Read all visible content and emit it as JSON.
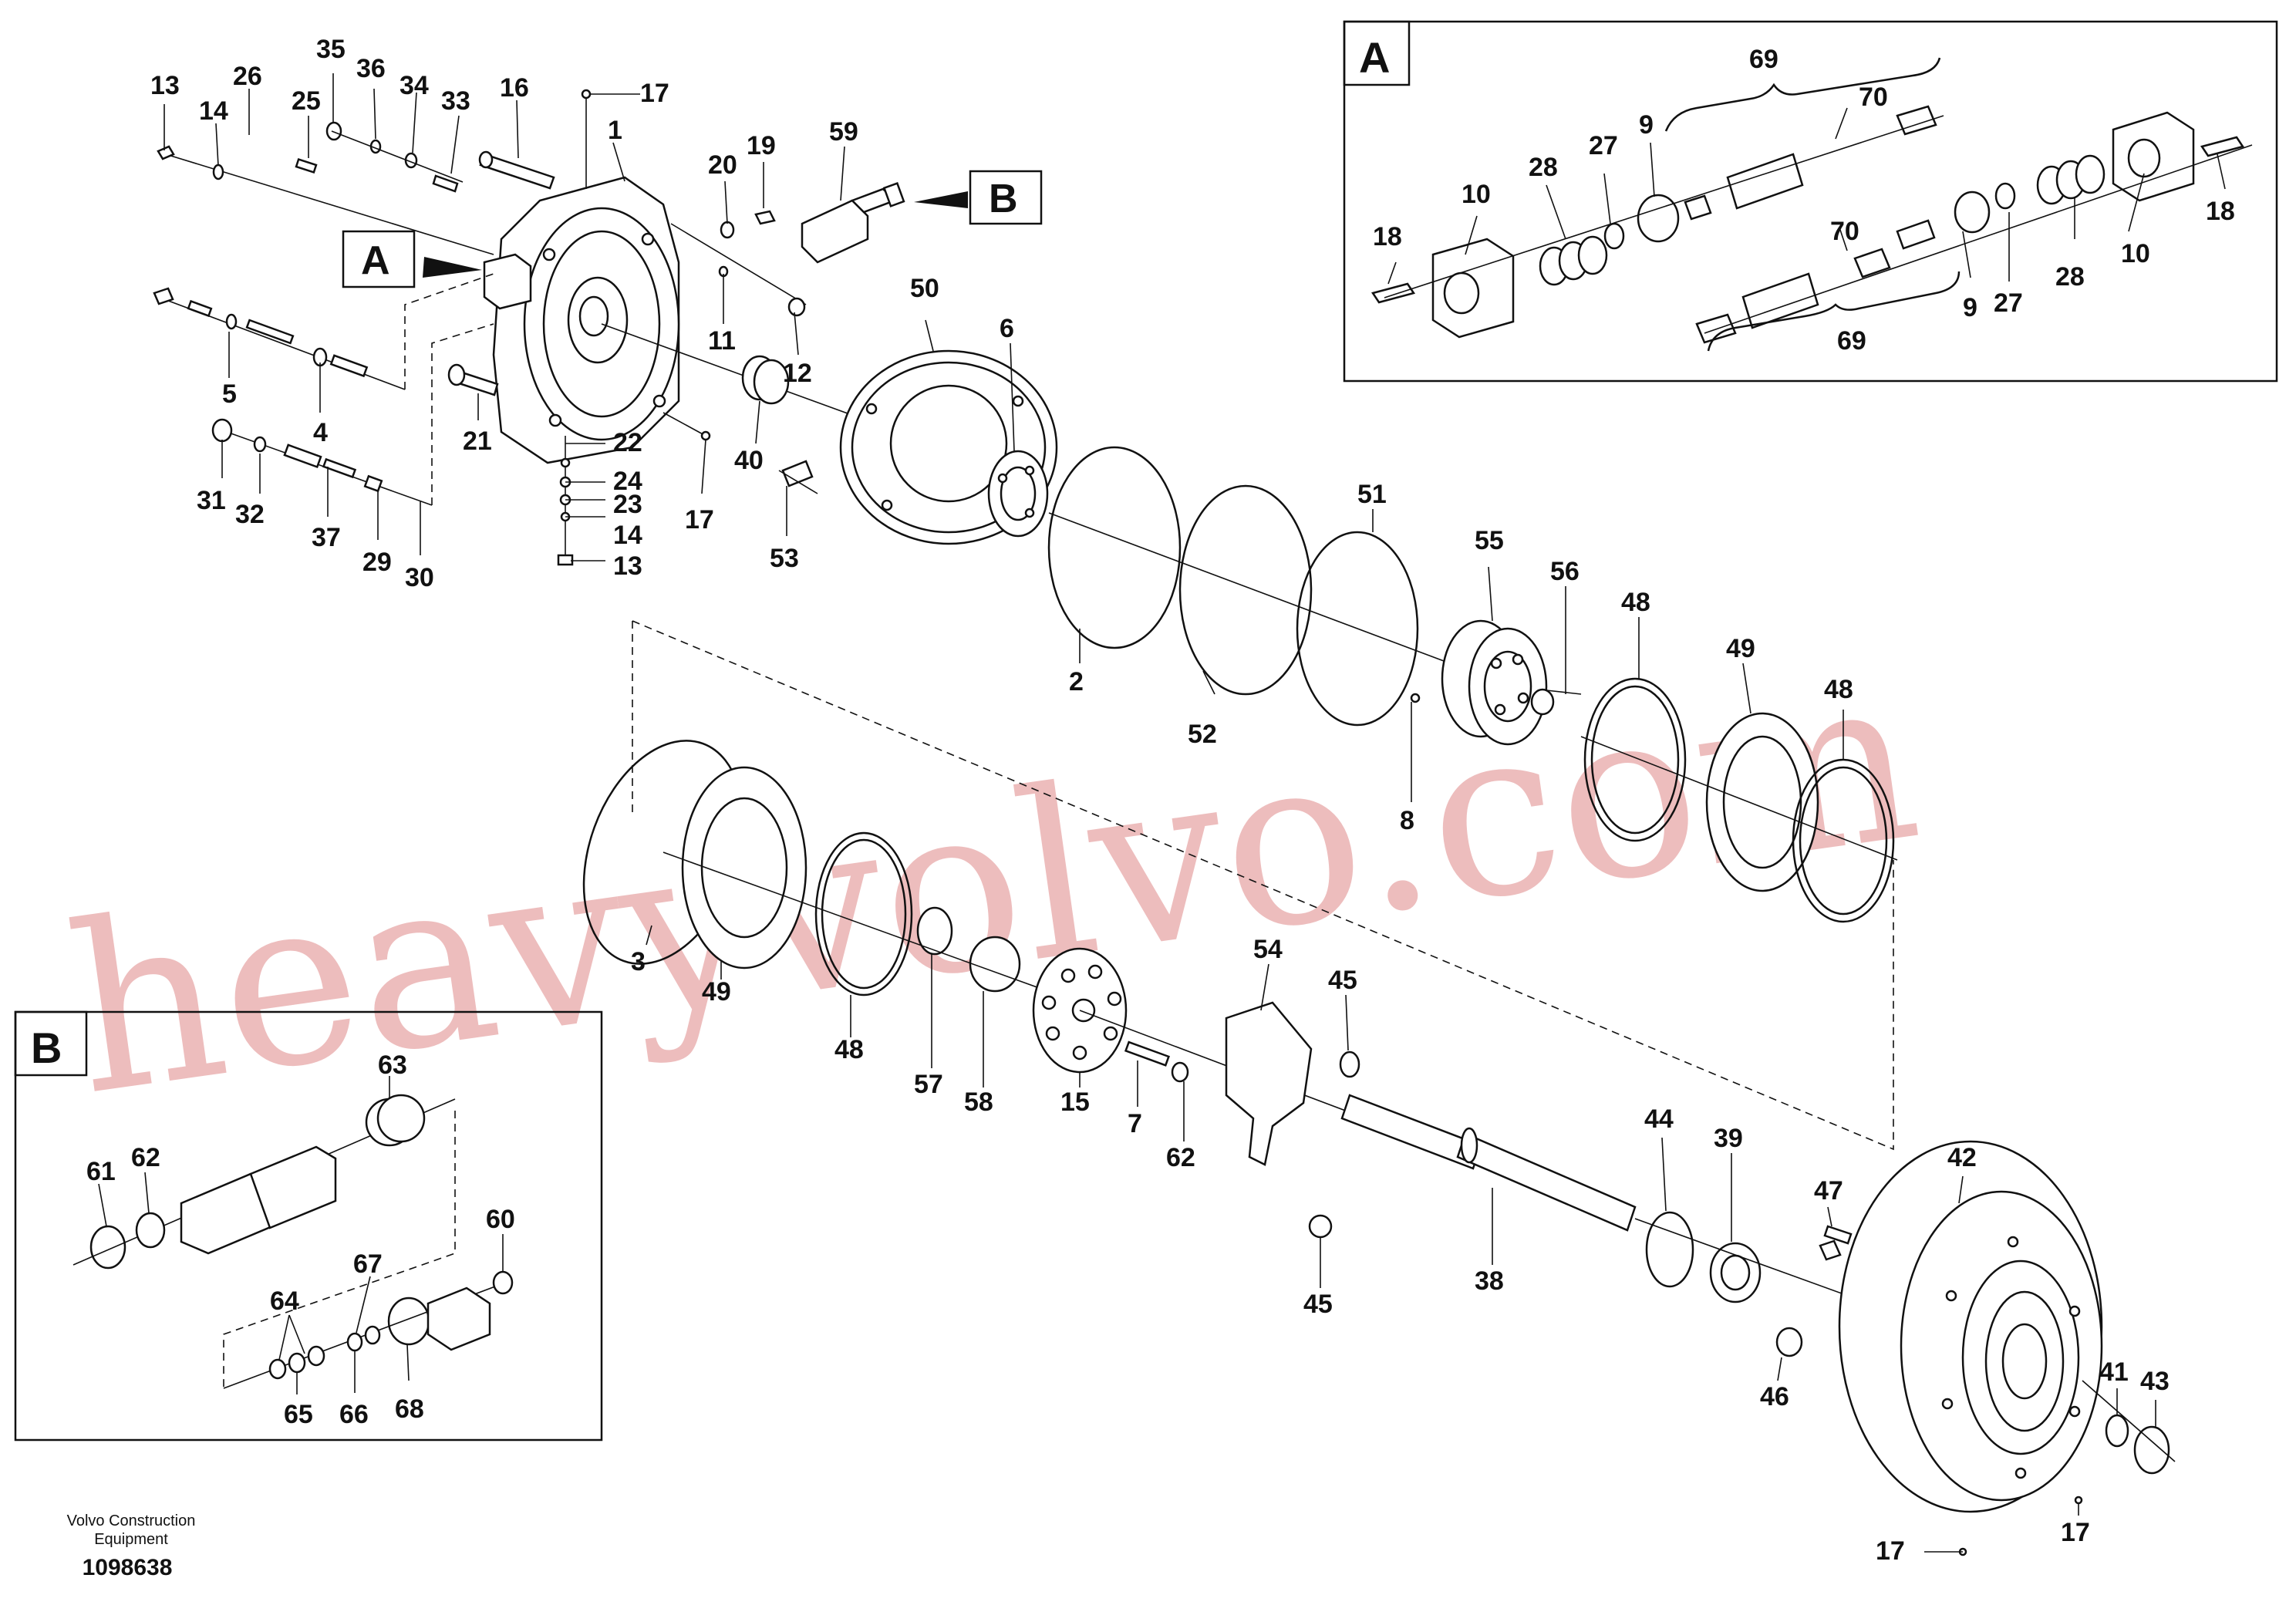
{
  "watermark": "heavyvolvo.com",
  "footer": {
    "company_line1": "Volvo Construction",
    "company_line2": "Equipment",
    "drawing_number": "1098638"
  },
  "detail_a": {
    "label": "A"
  },
  "detail_b": {
    "label": "B"
  },
  "callouts": {
    "main": {
      "c13a": "13",
      "c14a": "14",
      "c26": "26",
      "c25": "25",
      "c35": "35",
      "c36": "36",
      "c34": "34",
      "c33": "33",
      "c16": "16",
      "c17a": "17",
      "c1": "1",
      "c20": "20",
      "c19": "19",
      "c59": "59",
      "c11": "11",
      "c12": "12",
      "c5": "5",
      "c4": "4",
      "c21": "21",
      "c31": "31",
      "c32": "32",
      "c37": "37",
      "c29": "29",
      "c30": "30",
      "c22": "22",
      "c24": "24",
      "c23": "23",
      "c14b": "14",
      "c13b": "13",
      "c17b": "17",
      "c40": "40",
      "c53": "53",
      "c50": "50",
      "c6": "6",
      "c2": "2",
      "c52": "52",
      "c51": "51",
      "c55": "55",
      "c56": "56",
      "c8": "8",
      "c48a": "48",
      "c49a": "49",
      "c48b": "48",
      "c3": "3",
      "c49b": "49",
      "c48c": "48",
      "c57": "57",
      "c58": "58",
      "c15": "15",
      "c7": "7",
      "c62": "62",
      "c54": "54",
      "c45a": "45",
      "c45b": "45",
      "c38": "38",
      "c44": "44",
      "c39": "39",
      "c47": "47",
      "c42": "42",
      "c46": "46",
      "c41": "41",
      "c43": "43",
      "c17c": "17",
      "c17d": "17",
      "pointerA": "A",
      "pointerB": "B"
    },
    "a": {
      "c69a": "69",
      "c70a": "70",
      "c9a": "9",
      "c27a": "27",
      "c28a": "28",
      "c10a": "10",
      "c18a": "18",
      "c70b": "70",
      "c9b": "9",
      "c27b": "27",
      "c28b": "28",
      "c10b": "10",
      "c18b": "18",
      "c69b": "69"
    },
    "b": {
      "c63": "63",
      "c61": "61",
      "c62": "62",
      "c60": "60",
      "c67": "67",
      "c64": "64",
      "c68": "68",
      "c65": "65",
      "c66": "66"
    }
  }
}
